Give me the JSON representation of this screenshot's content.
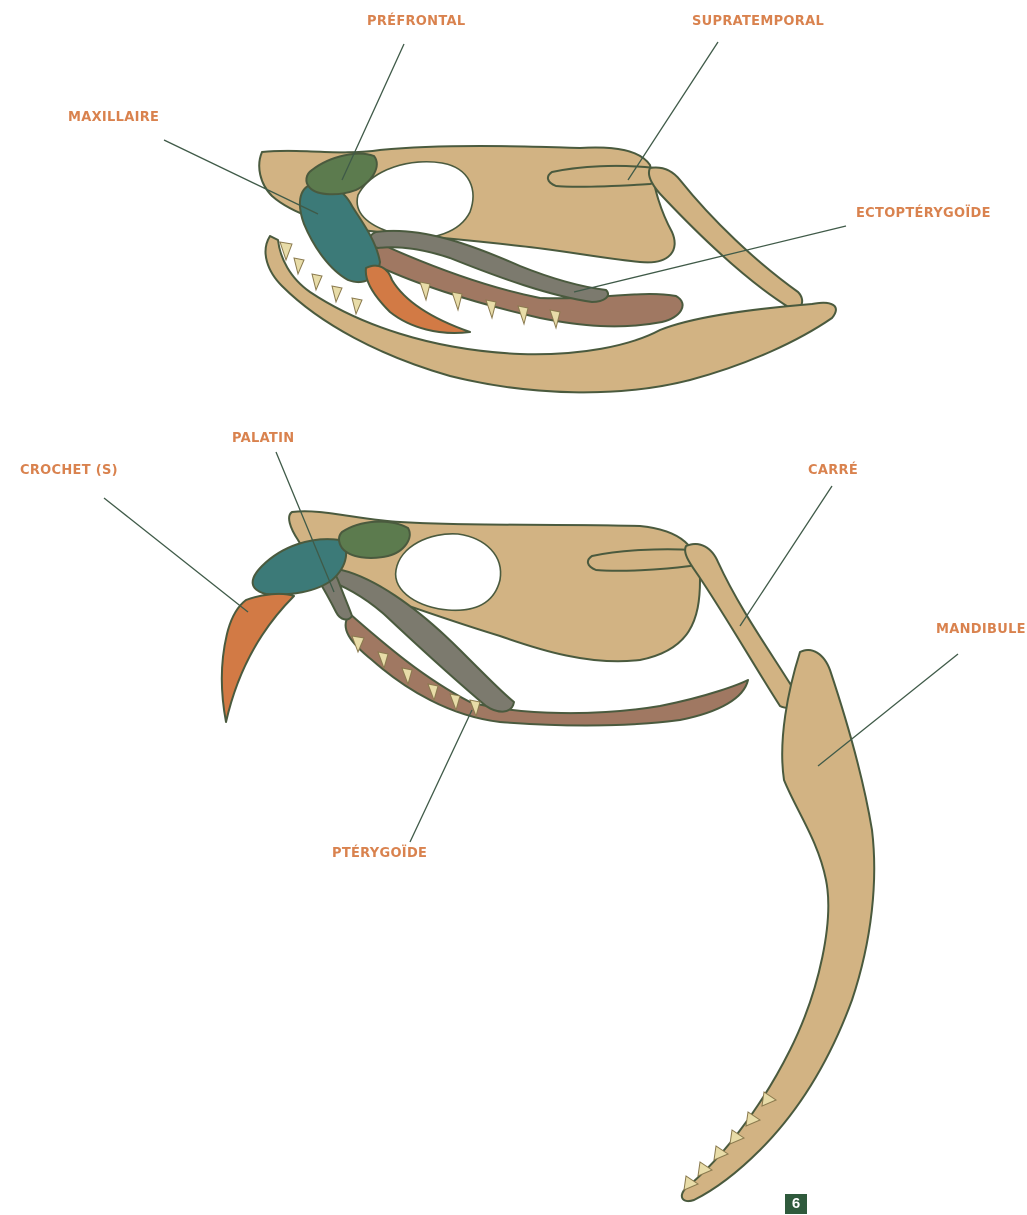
{
  "labels": {
    "prefrontal": "PRÉFRONTAL",
    "supratemporal": "SUPRATEMPORAL",
    "maxillaire": "MAXILLAIRE",
    "ectopterygoide": "ECTOPTÉRYGOÏDE",
    "palatin": "PALATIN",
    "crochet": "CROCHET (S)",
    "carre": "CARRÉ",
    "mandibule": "MANDIBULE",
    "pterygoide": "PTÉRYGOÏDE"
  },
  "page_number": "6",
  "colors": {
    "label": "#d9824e",
    "skull": "#d2b383",
    "maxillary": "#3c7a78",
    "prefrontal": "#5c7b4e",
    "ectopterygoid": "#7c7a6e",
    "pterygoid": "#a07862",
    "fang": "#d27a45",
    "teeth": "#e8dca8",
    "badge": "#2f5a3c"
  }
}
